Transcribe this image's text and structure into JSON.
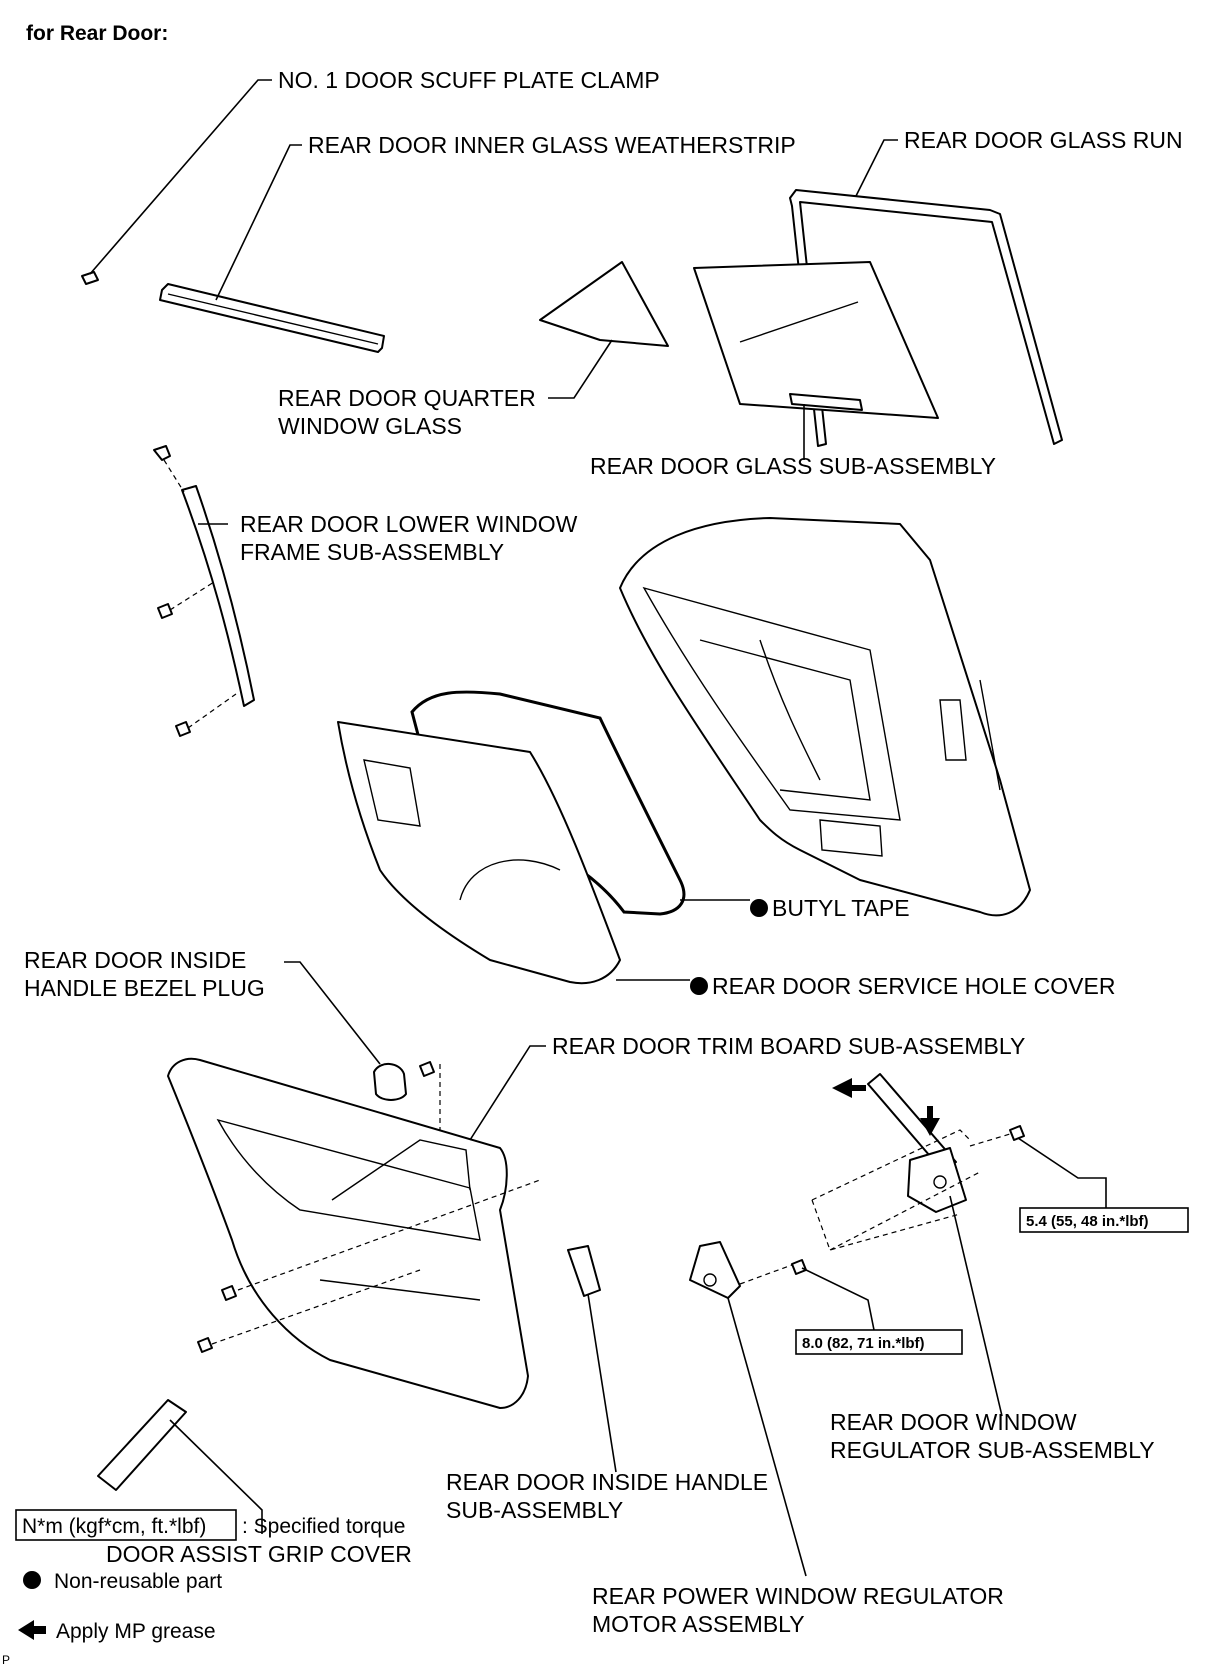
{
  "header": "for Rear Door:",
  "labels": {
    "scuff_clamp": "NO. 1 DOOR SCUFF PLATE CLAMP",
    "inner_weatherstrip": "REAR DOOR INNER GLASS WEATHERSTRIP",
    "glass_run": "REAR DOOR GLASS RUN",
    "quarter_glass_1": "REAR DOOR QUARTER",
    "quarter_glass_2": "WINDOW GLASS",
    "glass_sub": "REAR DOOR GLASS SUB-ASSEMBLY",
    "lower_frame_1": "REAR DOOR LOWER WINDOW",
    "lower_frame_2": "FRAME SUB-ASSEMBLY",
    "butyl_tape": "BUTYL TAPE",
    "service_cover": "REAR DOOR SERVICE HOLE COVER",
    "bezel_plug_1": "REAR DOOR INSIDE",
    "bezel_plug_2": "HANDLE BEZEL PLUG",
    "trim_board": "REAR DOOR TRIM BOARD SUB-ASSEMBLY",
    "regulator_1": "REAR DOOR WINDOW",
    "regulator_2": "REGULATOR SUB-ASSEMBLY",
    "grip_cover": "DOOR ASSIST GRIP COVER",
    "inside_handle_1": "REAR DOOR INSIDE HANDLE",
    "inside_handle_2": "SUB-ASSEMBLY",
    "motor_1": "REAR POWER WINDOW REGULATOR",
    "motor_2": "MOTOR ASSEMBLY"
  },
  "torques": {
    "upper": "5.4 (55, 48 in.*lbf)",
    "lower": "8.0 (82, 71 in.*lbf)"
  },
  "legend": {
    "torque_box": "N*m (kgf*cm, ft.*lbf)",
    "torque_desc": ": Specified torque",
    "non_reusable": "Non-reusable part",
    "grease": "Apply MP grease"
  },
  "footer_mark": "P"
}
